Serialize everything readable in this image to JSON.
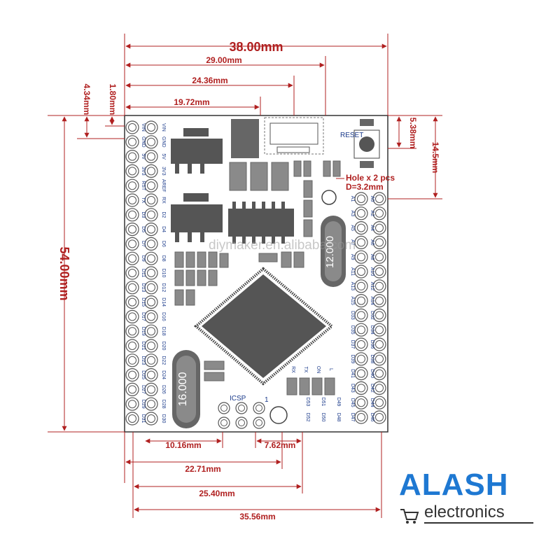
{
  "dimensions": {
    "width_38": "38.00mm",
    "width_29": "29.00mm",
    "width_2436": "24.36mm",
    "width_1972": "19.72mm",
    "height_434": "4.34mm",
    "height_180": "1.80mm",
    "height_538": "5.38mm",
    "height_145": "14.5mm",
    "height_54": "54.00mm",
    "bottom_1016": "10.16mm",
    "bottom_762": "7.62mm",
    "bottom_2271": "22.71mm",
    "bottom_2540": "25.40mm",
    "bottom_3556": "35.56mm"
  },
  "board": {
    "reset_label": "RESET",
    "hole_label": "Hole x 2 pcs",
    "hole_diameter": "D=3.2mm",
    "crystal_1": "12.000",
    "crystal_2": "16.000",
    "icsp_label": "ICSP",
    "icsp_pin": "1",
    "watermark": "diymaker.en.alibaba.com",
    "led_labels": [
      "RX",
      "TX",
      "ON",
      "L"
    ]
  },
  "pins": {
    "left_outer": [
      "VIN",
      "GND",
      "5V",
      "3V3",
      "RST",
      "TX",
      "D3",
      "D5",
      "D7",
      "D9",
      "D11",
      "D13",
      "D15",
      "D17",
      "D19",
      "D21",
      "D23",
      "D25",
      "D27",
      "D29",
      "D31"
    ],
    "left_inner": [
      "VIN",
      "GND",
      "5V",
      "3V3",
      "AREF",
      "RX",
      "D2",
      "D4",
      "D6",
      "D8",
      "D10",
      "D12",
      "D14",
      "D16",
      "D18",
      "D20",
      "D22",
      "D24",
      "D26",
      "D28",
      "D30"
    ],
    "right_inner": [
      "A1",
      "A3",
      "A5",
      "A7",
      "A9",
      "A11",
      "A13",
      "A15",
      "D33",
      "D35",
      "D37",
      "D39",
      "D41",
      "D43",
      "D45",
      "D47"
    ],
    "right_outer": [
      "A0",
      "A2",
      "A4",
      "A6",
      "A8",
      "A10",
      "A12",
      "A14",
      "D32",
      "D34",
      "D36",
      "D38",
      "D40",
      "D42",
      "D44",
      "D46"
    ],
    "bottom_top": [
      "D53",
      "D51",
      "D49"
    ],
    "bottom_bottom": [
      "D52",
      "D50",
      "D48"
    ]
  },
  "brand": {
    "name": "ALASH",
    "subtitle": "electronics",
    "cart_icon": "shopping-cart-icon",
    "primary_color": "#1e78d2",
    "dimension_color": "#b02020"
  }
}
